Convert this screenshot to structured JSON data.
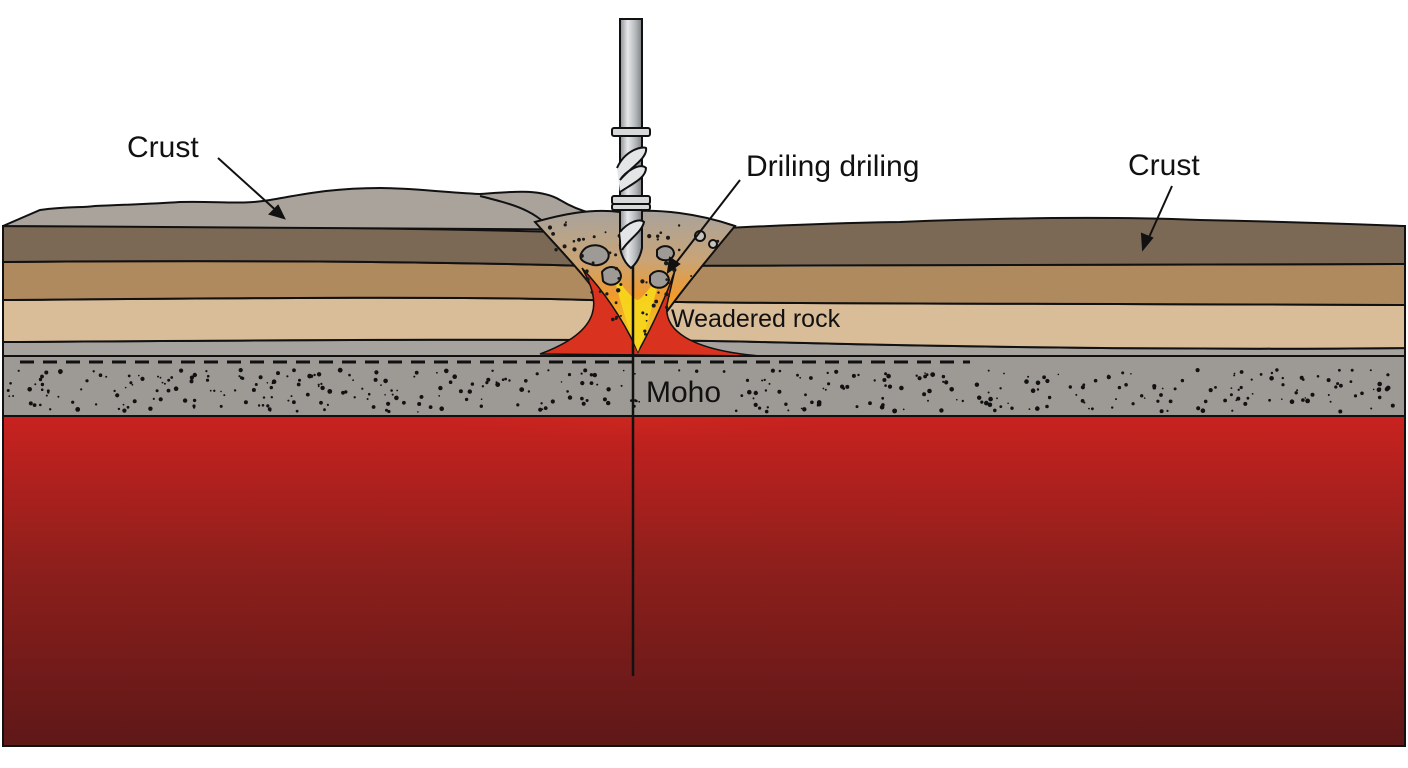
{
  "diagram": {
    "title": "Crustal cross-section with drill penetrating to the Moho",
    "labels": {
      "crust_left": "Crust",
      "crust_right": "Crust",
      "drilling": "Driling driling",
      "weathered_rock": "Weadered rock",
      "moho": "Moho"
    },
    "layers": [
      {
        "name": "surface-ridge",
        "color": "#a8a29b"
      },
      {
        "name": "upper-crust",
        "color": "#7b6955"
      },
      {
        "name": "middle-crust",
        "color": "#b0895f"
      },
      {
        "name": "weathered-rock",
        "color": "#d8bb97"
      },
      {
        "name": "thin-gray-band",
        "color": "#a3a09d"
      },
      {
        "name": "moho-band",
        "color": "#9b9894"
      },
      {
        "name": "mantle",
        "color_top": "#c9221f",
        "color_bottom": "#5e1818"
      }
    ],
    "colors": {
      "hotspot": "#f5c518",
      "magma": "#e0301e",
      "drill_steel": "#b9bcc0",
      "outline": "#111111"
    }
  }
}
